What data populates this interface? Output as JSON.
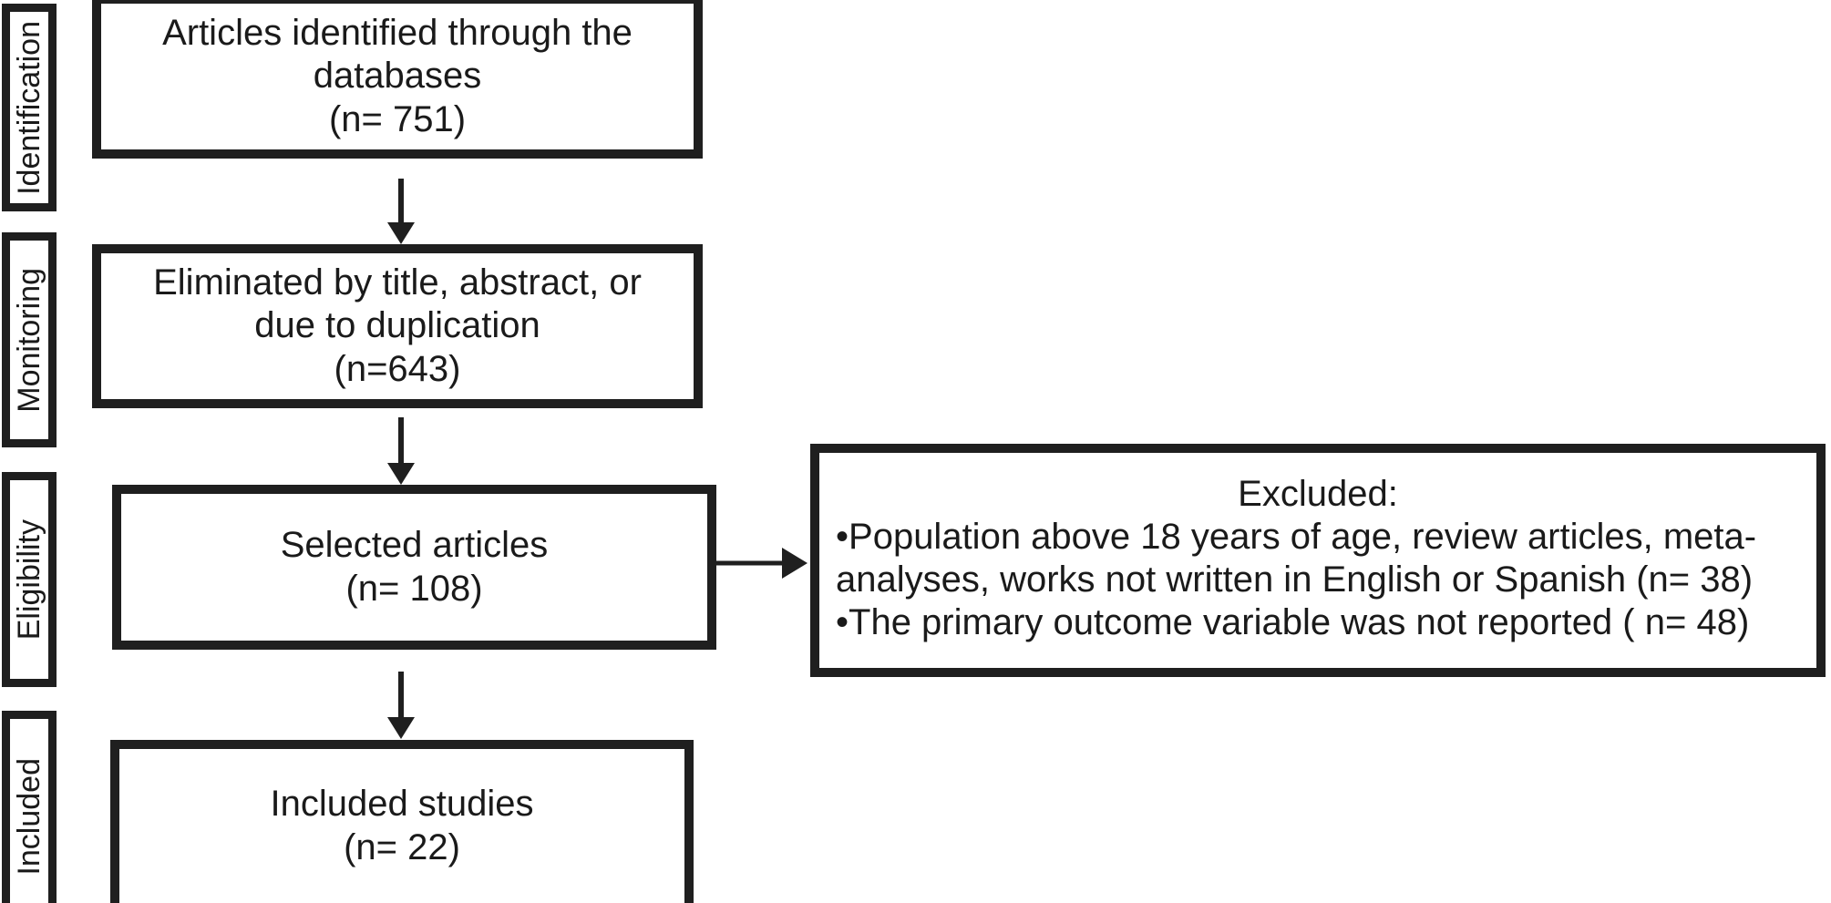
{
  "diagram": {
    "type": "prisma-flow-diagram",
    "title": "PRISMA study selection flow diagram",
    "colors": {
      "border": "#1f1f1f",
      "background": "#ffffff",
      "text": "#1a1a1a"
    }
  },
  "stages": [
    {
      "id": "identification",
      "label": "Identification"
    },
    {
      "id": "monitoring",
      "label": "Monitoring"
    },
    {
      "id": "eligibility",
      "label": "Eligibility"
    },
    {
      "id": "included",
      "label": "Included"
    }
  ],
  "flow_boxes": [
    {
      "id": "identified",
      "stage": "identification",
      "lines": [
        "Articles identified through the",
        "databases",
        "(n= 751)"
      ],
      "count": 751
    },
    {
      "id": "eliminated",
      "stage": "monitoring",
      "lines": [
        "Eliminated by title, abstract, or",
        "due to duplication",
        "(n=643)"
      ],
      "count": 643
    },
    {
      "id": "selected",
      "stage": "eligibility",
      "lines": [
        "Selected articles",
        "(n= 108)"
      ],
      "count": 108
    },
    {
      "id": "included-studies",
      "stage": "included",
      "lines": [
        "Included studies",
        "(n= 22)"
      ],
      "count": 22
    }
  ],
  "excluded_box": {
    "id": "excluded",
    "heading": "Excluded:",
    "items": [
      {
        "bullet": "•",
        "text": "Population above 18 years of age, review articles, meta-analyses, works not written in English or Spanish (n= 38)",
        "count": 38
      },
      {
        "bullet": "•",
        "text": "The primary outcome variable was not reported ( n= 48)",
        "count": 48
      }
    ]
  },
  "connectors": [
    {
      "id": "arrow-identified-to-eliminated",
      "direction": "down",
      "from": "identified",
      "to": "eliminated"
    },
    {
      "id": "arrow-eliminated-to-selected",
      "direction": "down",
      "from": "eliminated",
      "to": "selected"
    },
    {
      "id": "arrow-selected-to-excluded",
      "direction": "right",
      "from": "selected",
      "to": "excluded"
    },
    {
      "id": "arrow-selected-to-included",
      "direction": "down",
      "from": "selected",
      "to": "included-studies"
    }
  ]
}
